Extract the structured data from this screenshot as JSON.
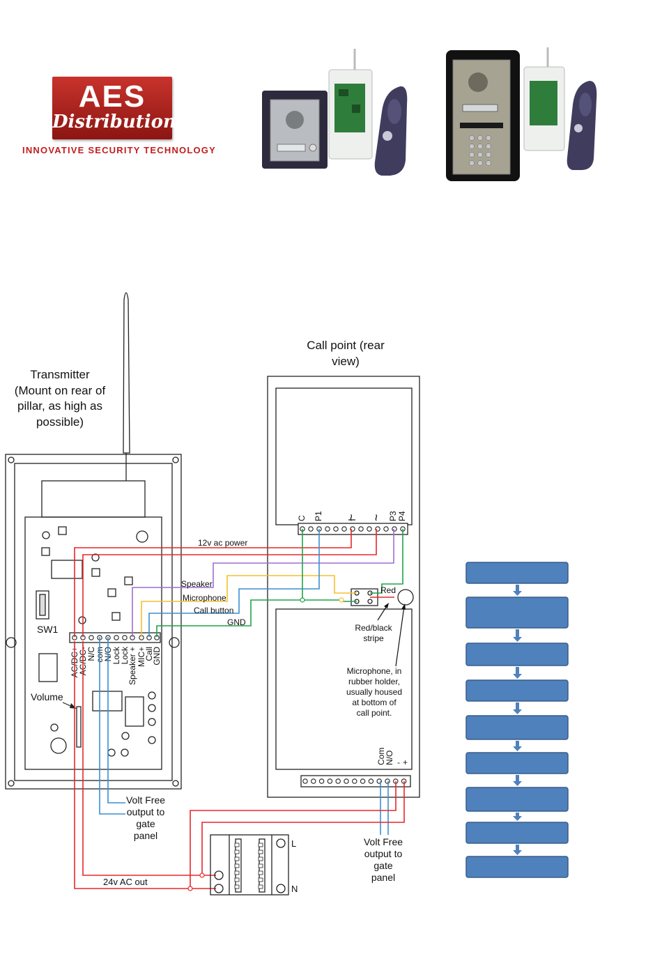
{
  "header": {
    "logo_main": "AES",
    "logo_sub": "Distribution",
    "tagline": "Innovative Security Technology"
  },
  "diagram": {
    "transmitter_title": [
      "Transmitter",
      "(Mount on rear of",
      "pillar, as high as",
      "possible)"
    ],
    "callpoint_title": [
      "Call point (rear",
      "view)"
    ],
    "sw1": "SW1",
    "volume": "Volume",
    "transmitter_terminals": [
      "AC/DC+",
      "AC/DC-",
      "N/C",
      "com",
      "N/O",
      "Lock",
      "Lock",
      "Speaker +",
      "MIC+",
      "Call",
      "GND"
    ],
    "wire_labels": {
      "power": "12v ac power",
      "speaker": "Speaker",
      "microphone": "Microphone",
      "call_button": "Call button",
      "gnd": "GND"
    },
    "callpoint_top_terminals": [
      "C",
      "P1",
      "~",
      "~",
      "P3",
      "P4"
    ],
    "red": "Red",
    "red_black": [
      "Red/black",
      "stripe"
    ],
    "mic_note": [
      "Microphone, in",
      "rubber holder,",
      "usually housed",
      "at bottom of",
      "call point."
    ],
    "callpoint_bottom_terminals": [
      "Com",
      "N/O",
      "-",
      "+"
    ],
    "volt_free_tx": [
      "Volt Free",
      "output to",
      "gate",
      "panel"
    ],
    "volt_free_cp": [
      "Volt Free",
      "output to",
      "gate",
      "panel"
    ],
    "ac_out": "24v AC out",
    "psu_l": "L",
    "psu_n": "N"
  },
  "colors": {
    "red_wire": "#e8262a",
    "purple_wire": "#9d6fd1",
    "yellow_wire": "#f2c12e",
    "blue_wire": "#3a8fd0",
    "green_wire": "#1fa34a",
    "flow_box": "#4f81bd"
  },
  "flowchart": {
    "box_count": 9
  }
}
